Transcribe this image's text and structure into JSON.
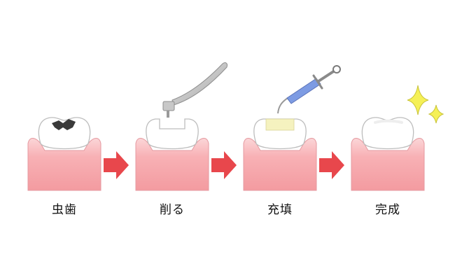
{
  "steps": [
    {
      "label": "虫歯",
      "illustration": "decayed-tooth"
    },
    {
      "label": "削る",
      "illustration": "drilled-tooth-with-handpiece"
    },
    {
      "label": "充填",
      "illustration": "filled-tooth-with-syringe"
    },
    {
      "label": "完成",
      "illustration": "restored-tooth-with-sparkles"
    }
  ],
  "icons": [
    "arrow-right-icon",
    "dental-drill-icon",
    "syringe-icon",
    "sparkle-icon"
  ],
  "colors": {
    "gum_fill": "#f6a9ad",
    "gum_light": "#fbd3d5",
    "tooth_fill": "#ffffff",
    "outline": "#bdbdbd",
    "cavity": "#3a3a3a",
    "arrow": "#e8474c",
    "filling": "#f5f2bf",
    "drill_metal": "#c4c4c4",
    "syringe_barrel": "#7d9be3",
    "sparkle": "#f5f056"
  }
}
